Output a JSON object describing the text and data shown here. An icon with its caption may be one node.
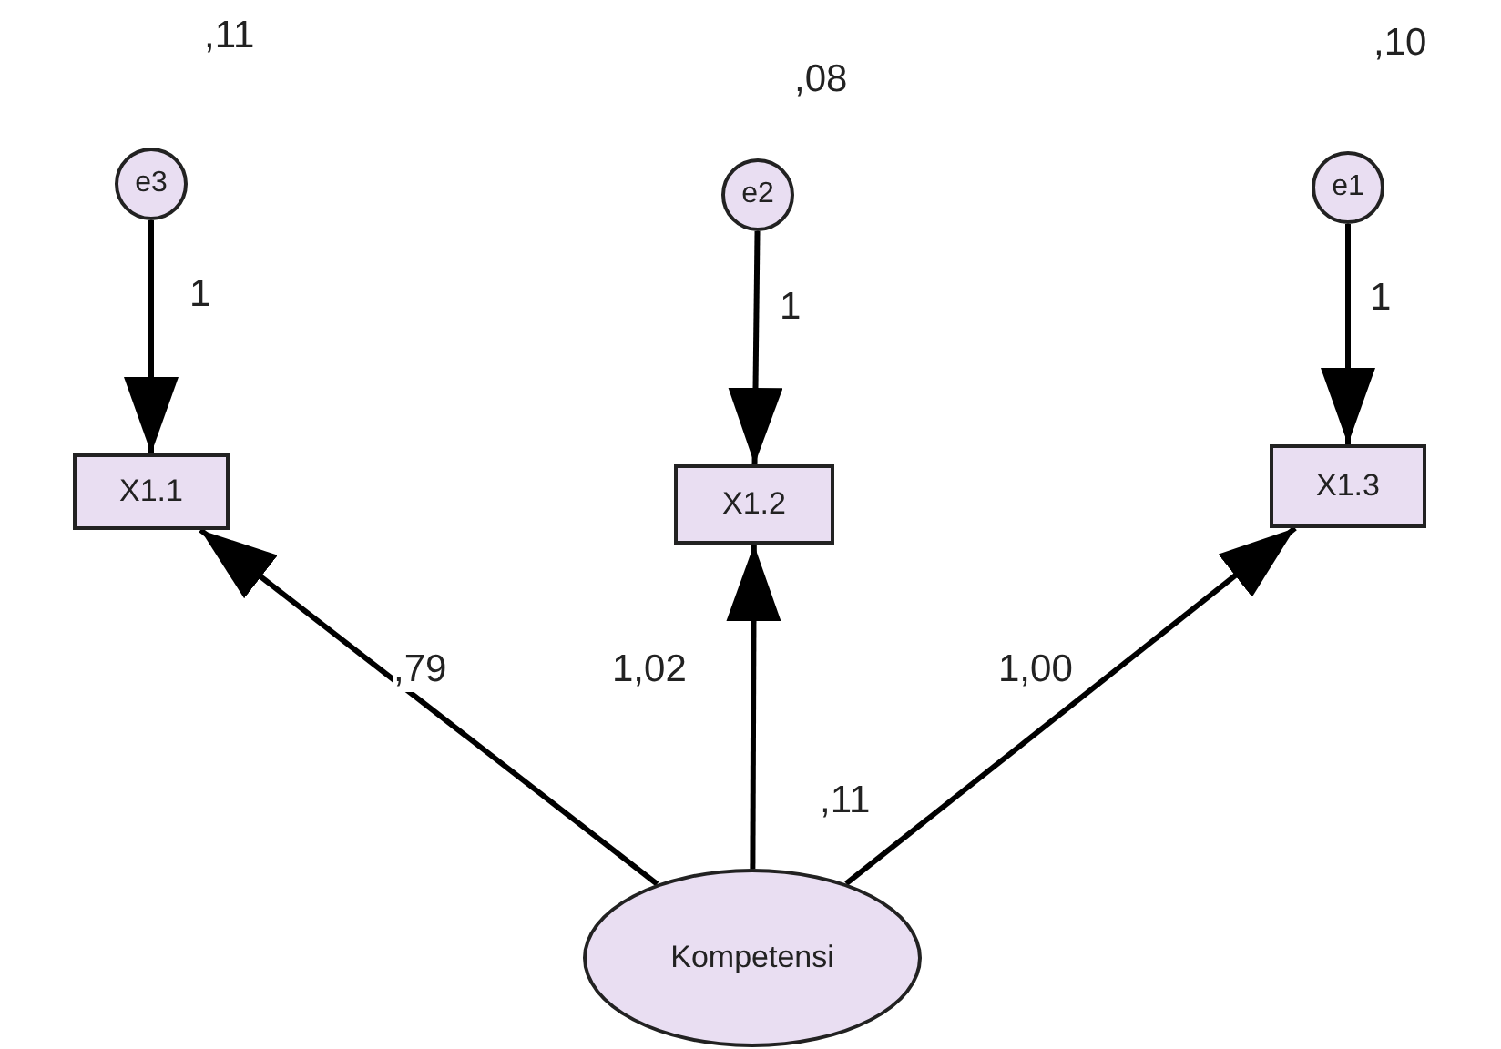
{
  "diagram": {
    "nodes": [
      {
        "text": [
          "e3"
        ],
        "beside": [
          ",11"
        ]
      },
      {
        "text": [
          "e2"
        ],
        "beside": [
          ",08"
        ]
      },
      {
        "text": [
          "e1"
        ],
        "beside": [
          ",10"
        ]
      },
      {
        "text": [
          "X1.1"
        ]
      },
      {
        "text": [
          "X1.2"
        ]
      },
      {
        "text": [
          "X1.3"
        ]
      },
      {
        "text": [
          "Kompetensi"
        ],
        "beside": [
          ",11"
        ]
      }
    ],
    "edges": [
      {
        "from": 0,
        "to": 3,
        "arrow": "to",
        "label": "1"
      },
      {
        "from": 1,
        "to": 4,
        "arrow": "to",
        "label": "1"
      },
      {
        "from": 2,
        "to": 5,
        "arrow": "to",
        "label": "1"
      },
      {
        "from": 6,
        "to": 3,
        "arrow": "to",
        "label": ",79"
      },
      {
        "from": 6,
        "to": 4,
        "arrow": "to",
        "label": "1,02"
      },
      {
        "from": 6,
        "to": 5,
        "arrow": "to",
        "label": "1,00"
      }
    ]
  }
}
